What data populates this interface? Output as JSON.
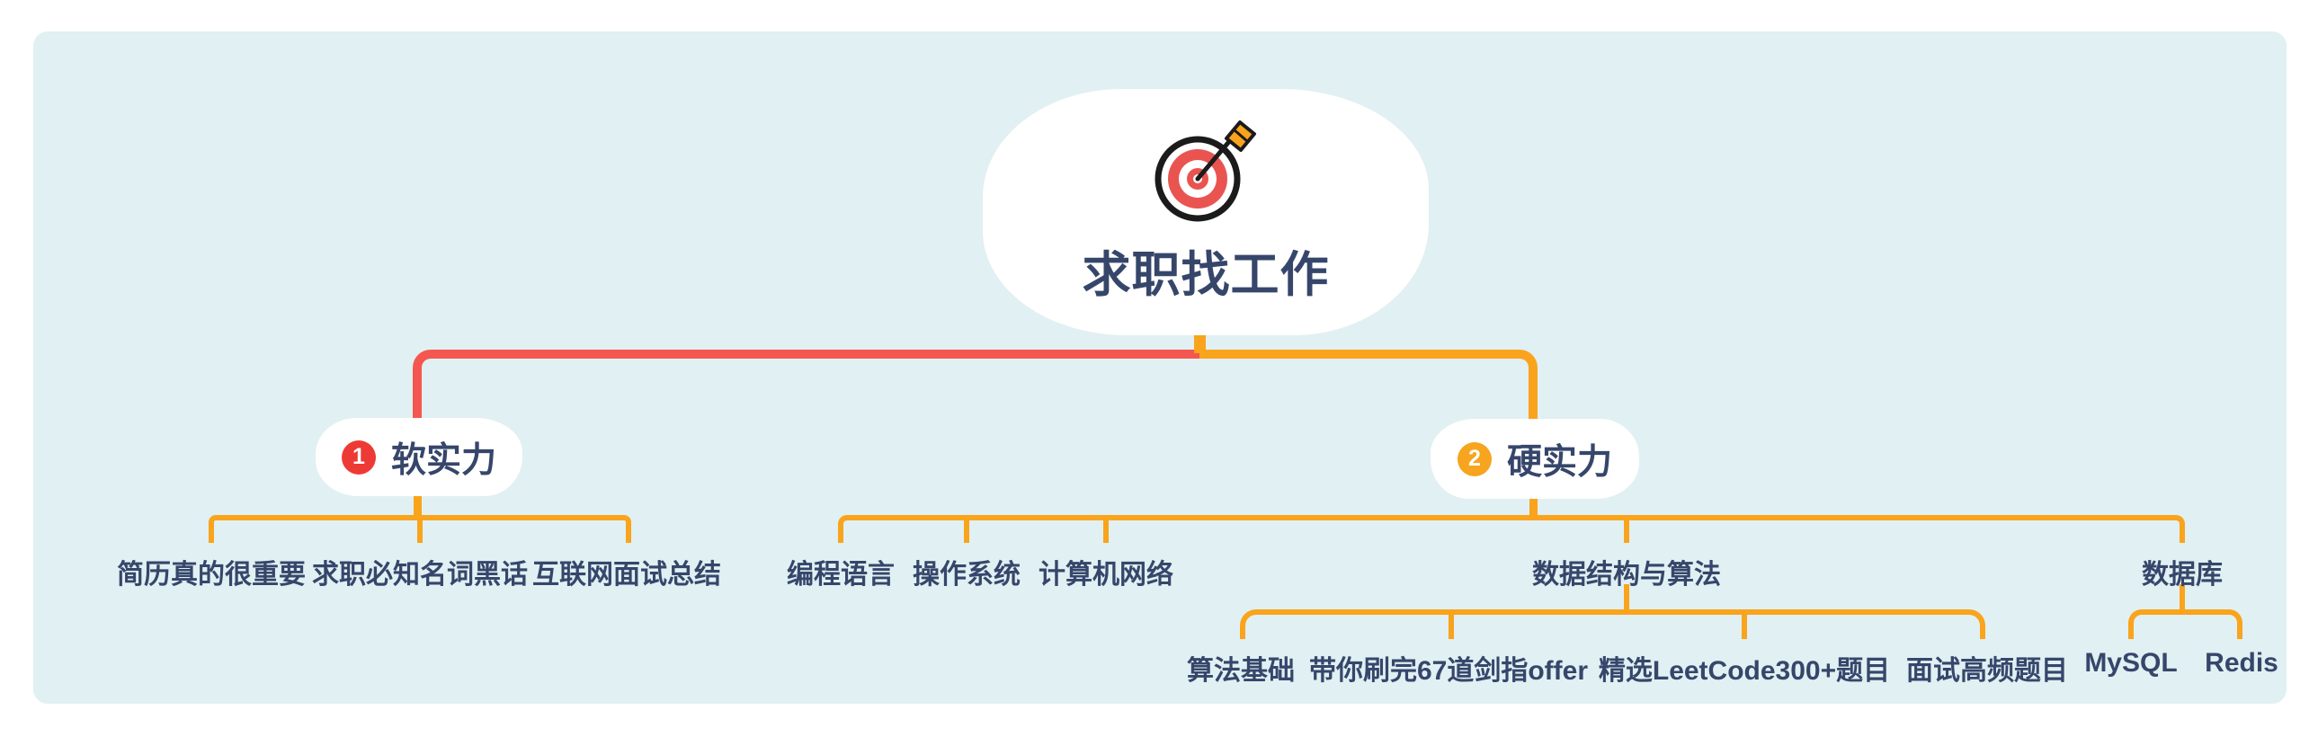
{
  "canvas": {
    "page_background": "#ffffff",
    "board_background": "#e1f0f2"
  },
  "colors": {
    "branch_red": "#f4574f",
    "branch_orange": "#f9a41c",
    "badge_red": "#ee3a35",
    "badge_orange": "#f7a41f",
    "node_background": "#ffffff",
    "text": "#36466b"
  },
  "root": {
    "label": "求职找工作",
    "icon": "target-with-arrow-icon"
  },
  "branches": [
    {
      "badge": "1",
      "label": "软实力",
      "color": "#f4574f",
      "children": [
        {
          "label": "简历真的很重要"
        },
        {
          "label": "求职必知名词黑话"
        },
        {
          "label": "互联网面试总结"
        }
      ]
    },
    {
      "badge": "2",
      "label": "硬实力",
      "color": "#f9a41c",
      "children": [
        {
          "label": "编程语言"
        },
        {
          "label": "操作系统"
        },
        {
          "label": "计算机网络"
        },
        {
          "label": "数据结构与算法",
          "children": [
            {
              "label": "算法基础"
            },
            {
              "label": "带你刷完67道剑指offer"
            },
            {
              "label": "精选LeetCode300+题目"
            },
            {
              "label": "面试高频题目"
            }
          ]
        },
        {
          "label": "数据库",
          "children": [
            {
              "label": "MySQL"
            },
            {
              "label": "Redis"
            }
          ]
        }
      ]
    }
  ]
}
